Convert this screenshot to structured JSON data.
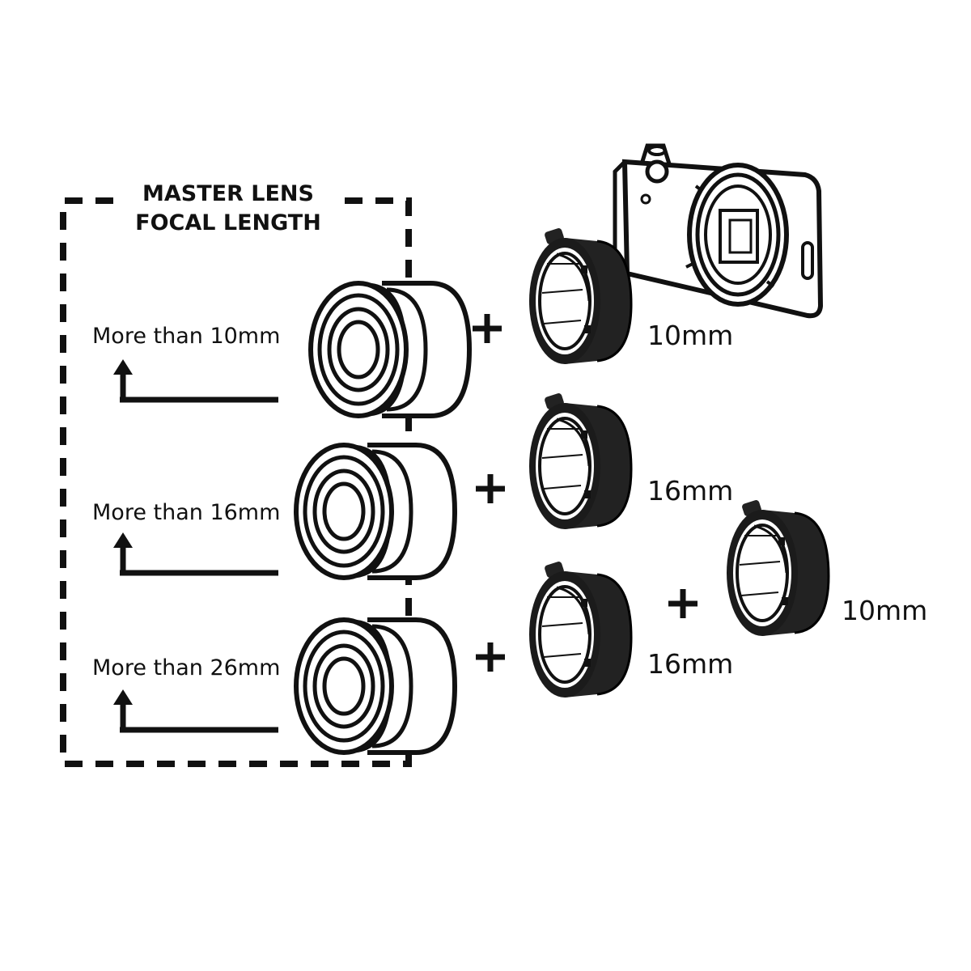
{
  "title_line1": "MASTER LENS",
  "title_line2": "FOCAL LENGTH",
  "rows": [
    {
      "label": "More than 10mm",
      "tubes": [
        "10mm"
      ]
    },
    {
      "label": "More than 16mm",
      "tubes": [
        "16mm"
      ]
    },
    {
      "label": "More than 26mm",
      "tubes": [
        "16mm",
        "10mm"
      ]
    }
  ],
  "icons": [
    "camera-body-icon",
    "lens-icon",
    "extension-tube-icon",
    "plus-icon",
    "arrow-up-icon"
  ],
  "colors": {
    "ink": "#111111",
    "tube_body": "#222222",
    "background": "#ffffff"
  }
}
